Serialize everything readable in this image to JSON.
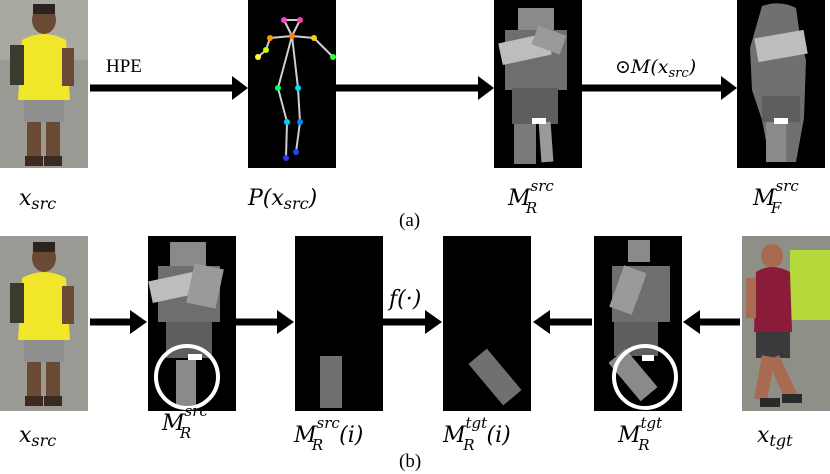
{
  "row_a": {
    "labels": {
      "x_src": "x",
      "x_src_sub": "src",
      "pose": "P(x",
      "pose_sub": "src",
      "pose_close": ")",
      "mr": "M",
      "mr_sub": "R",
      "mr_sup": "src",
      "mf": "M",
      "mf_sub": "F",
      "mf_sup": "src"
    },
    "arrow1_text": "HPE",
    "arrow3_text": "⊙M(x",
    "arrow3_sub": "src",
    "arrow3_close": ")",
    "caption": "(a)"
  },
  "row_b": {
    "labels": {
      "x_src": "x",
      "x_src_sub": "src",
      "mr_src": "M",
      "mr_src_sub": "R",
      "mr_src_sup": "src",
      "mri_src": "M",
      "mri_src_sub": "R",
      "mri_src_sup": "src",
      "mri_src_arg": "(i)",
      "mri_tgt": "M",
      "mri_tgt_sub": "R",
      "mri_tgt_sup": "tgt",
      "mri_tgt_arg": "(i)",
      "mr_tgt": "M",
      "mr_tgt_sub": "R",
      "mr_tgt_sup": "tgt",
      "x_tgt": "x",
      "x_tgt_sub": "tgt"
    },
    "func_text": "f(·)",
    "caption": "(b)"
  },
  "colors": {
    "arrow": "#000000",
    "mask_bg": "#000000",
    "part_light": "#bdbdbd",
    "part_mid": "#8a8a8a",
    "part_dark": "#5e5e5e",
    "shirt_src": "#f2e62a",
    "shirt_tgt": "#8a1c3a",
    "shirt_tgt_bg": "#b5d83a"
  },
  "icons": [
    "person-photo",
    "pose-skeleton",
    "body-part-mask",
    "foreground-mask",
    "circle-highlight"
  ]
}
